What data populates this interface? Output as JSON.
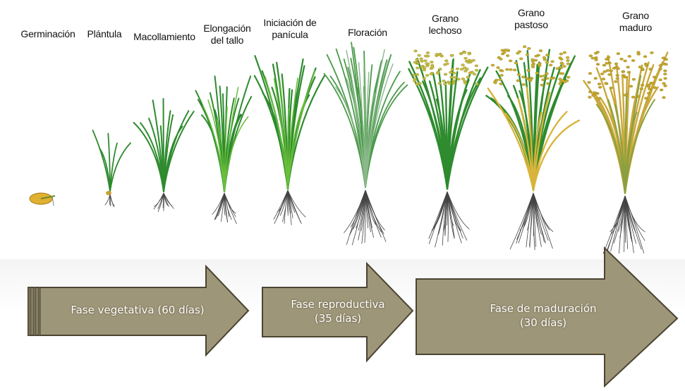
{
  "stages": [
    {
      "id": "germinacion",
      "line1": "Germinación",
      "line2": ""
    },
    {
      "id": "plantula",
      "line1": "Plántula",
      "line2": ""
    },
    {
      "id": "macollamiento",
      "line1": "Macollamiento",
      "line2": ""
    },
    {
      "id": "elongacion",
      "line1": "Elongación",
      "line2": "del tallo"
    },
    {
      "id": "iniciacion",
      "line1": "Iniciación de",
      "line2": "panícula"
    },
    {
      "id": "floracion",
      "line1": "Floración",
      "line2": ""
    },
    {
      "id": "grano-lechoso",
      "line1": "Grano",
      "line2": "lechoso"
    },
    {
      "id": "grano-pastoso",
      "line1": "Grano",
      "line2": "pastoso"
    },
    {
      "id": "grano-maduro",
      "line1": "Grano",
      "line2": "maduro"
    }
  ],
  "phases": [
    {
      "id": "vegetativa",
      "line1": "Fase vegetativa (60 días)",
      "line2": ""
    },
    {
      "id": "reproductiva",
      "line1": "Fase reproductiva",
      "line2": "(35 días)"
    },
    {
      "id": "maduracion",
      "line1": "Fase de maduración",
      "line2": "(30 días)"
    }
  ],
  "colors": {
    "arrow_fill": "#9e9678",
    "arrow_stroke": "#4a4433",
    "leaf_green": "#2e8b2e",
    "leaf_light": "#6abf3a",
    "leaf_yellow": "#d9b43a",
    "grain_yellow": "#c9b030",
    "root": "#444444"
  }
}
